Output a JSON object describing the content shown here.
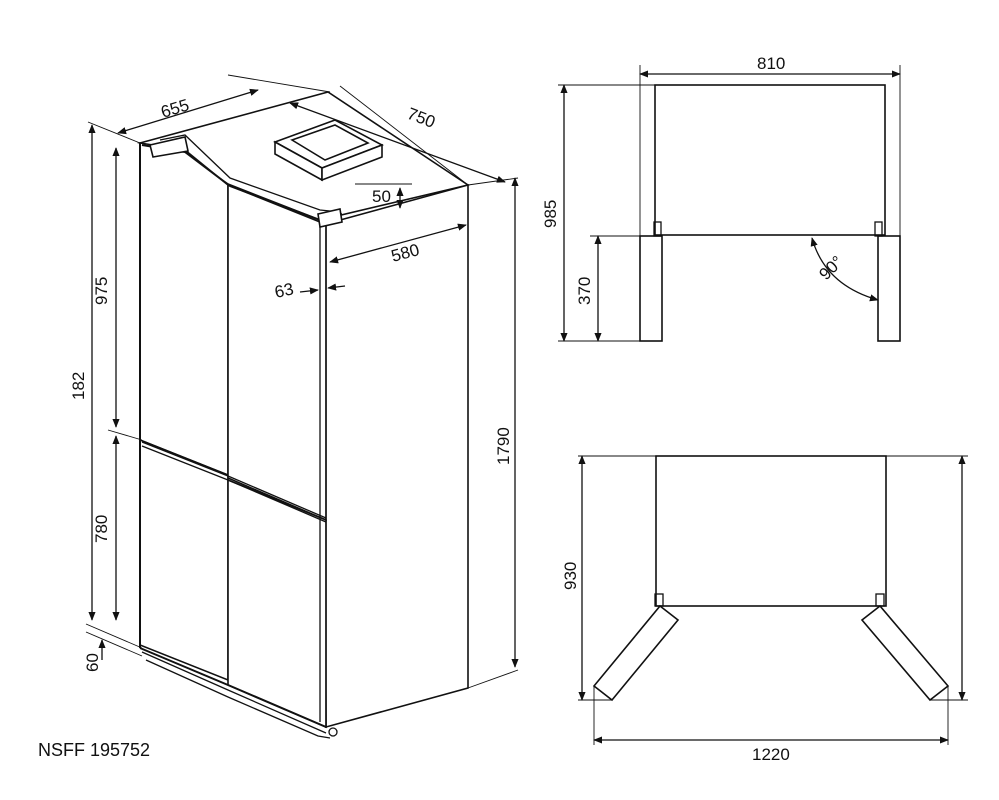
{
  "model_label": "NSFF 195752",
  "views": {
    "perspective": {
      "dims": {
        "depth_top": "655",
        "width_top": "750",
        "handle_height": "50",
        "inner_depth": "580",
        "door_thickness": "63",
        "upper_door": "975",
        "total_left": "182",
        "lower_door": "780",
        "foot": "60",
        "total_height": "1790"
      }
    },
    "top_view": {
      "dims": {
        "width": "810",
        "depth_open": "985",
        "door_depth": "370",
        "angle": "90°"
      }
    },
    "plan_view": {
      "dims": {
        "depth": "930",
        "width_open": "1220"
      }
    }
  }
}
